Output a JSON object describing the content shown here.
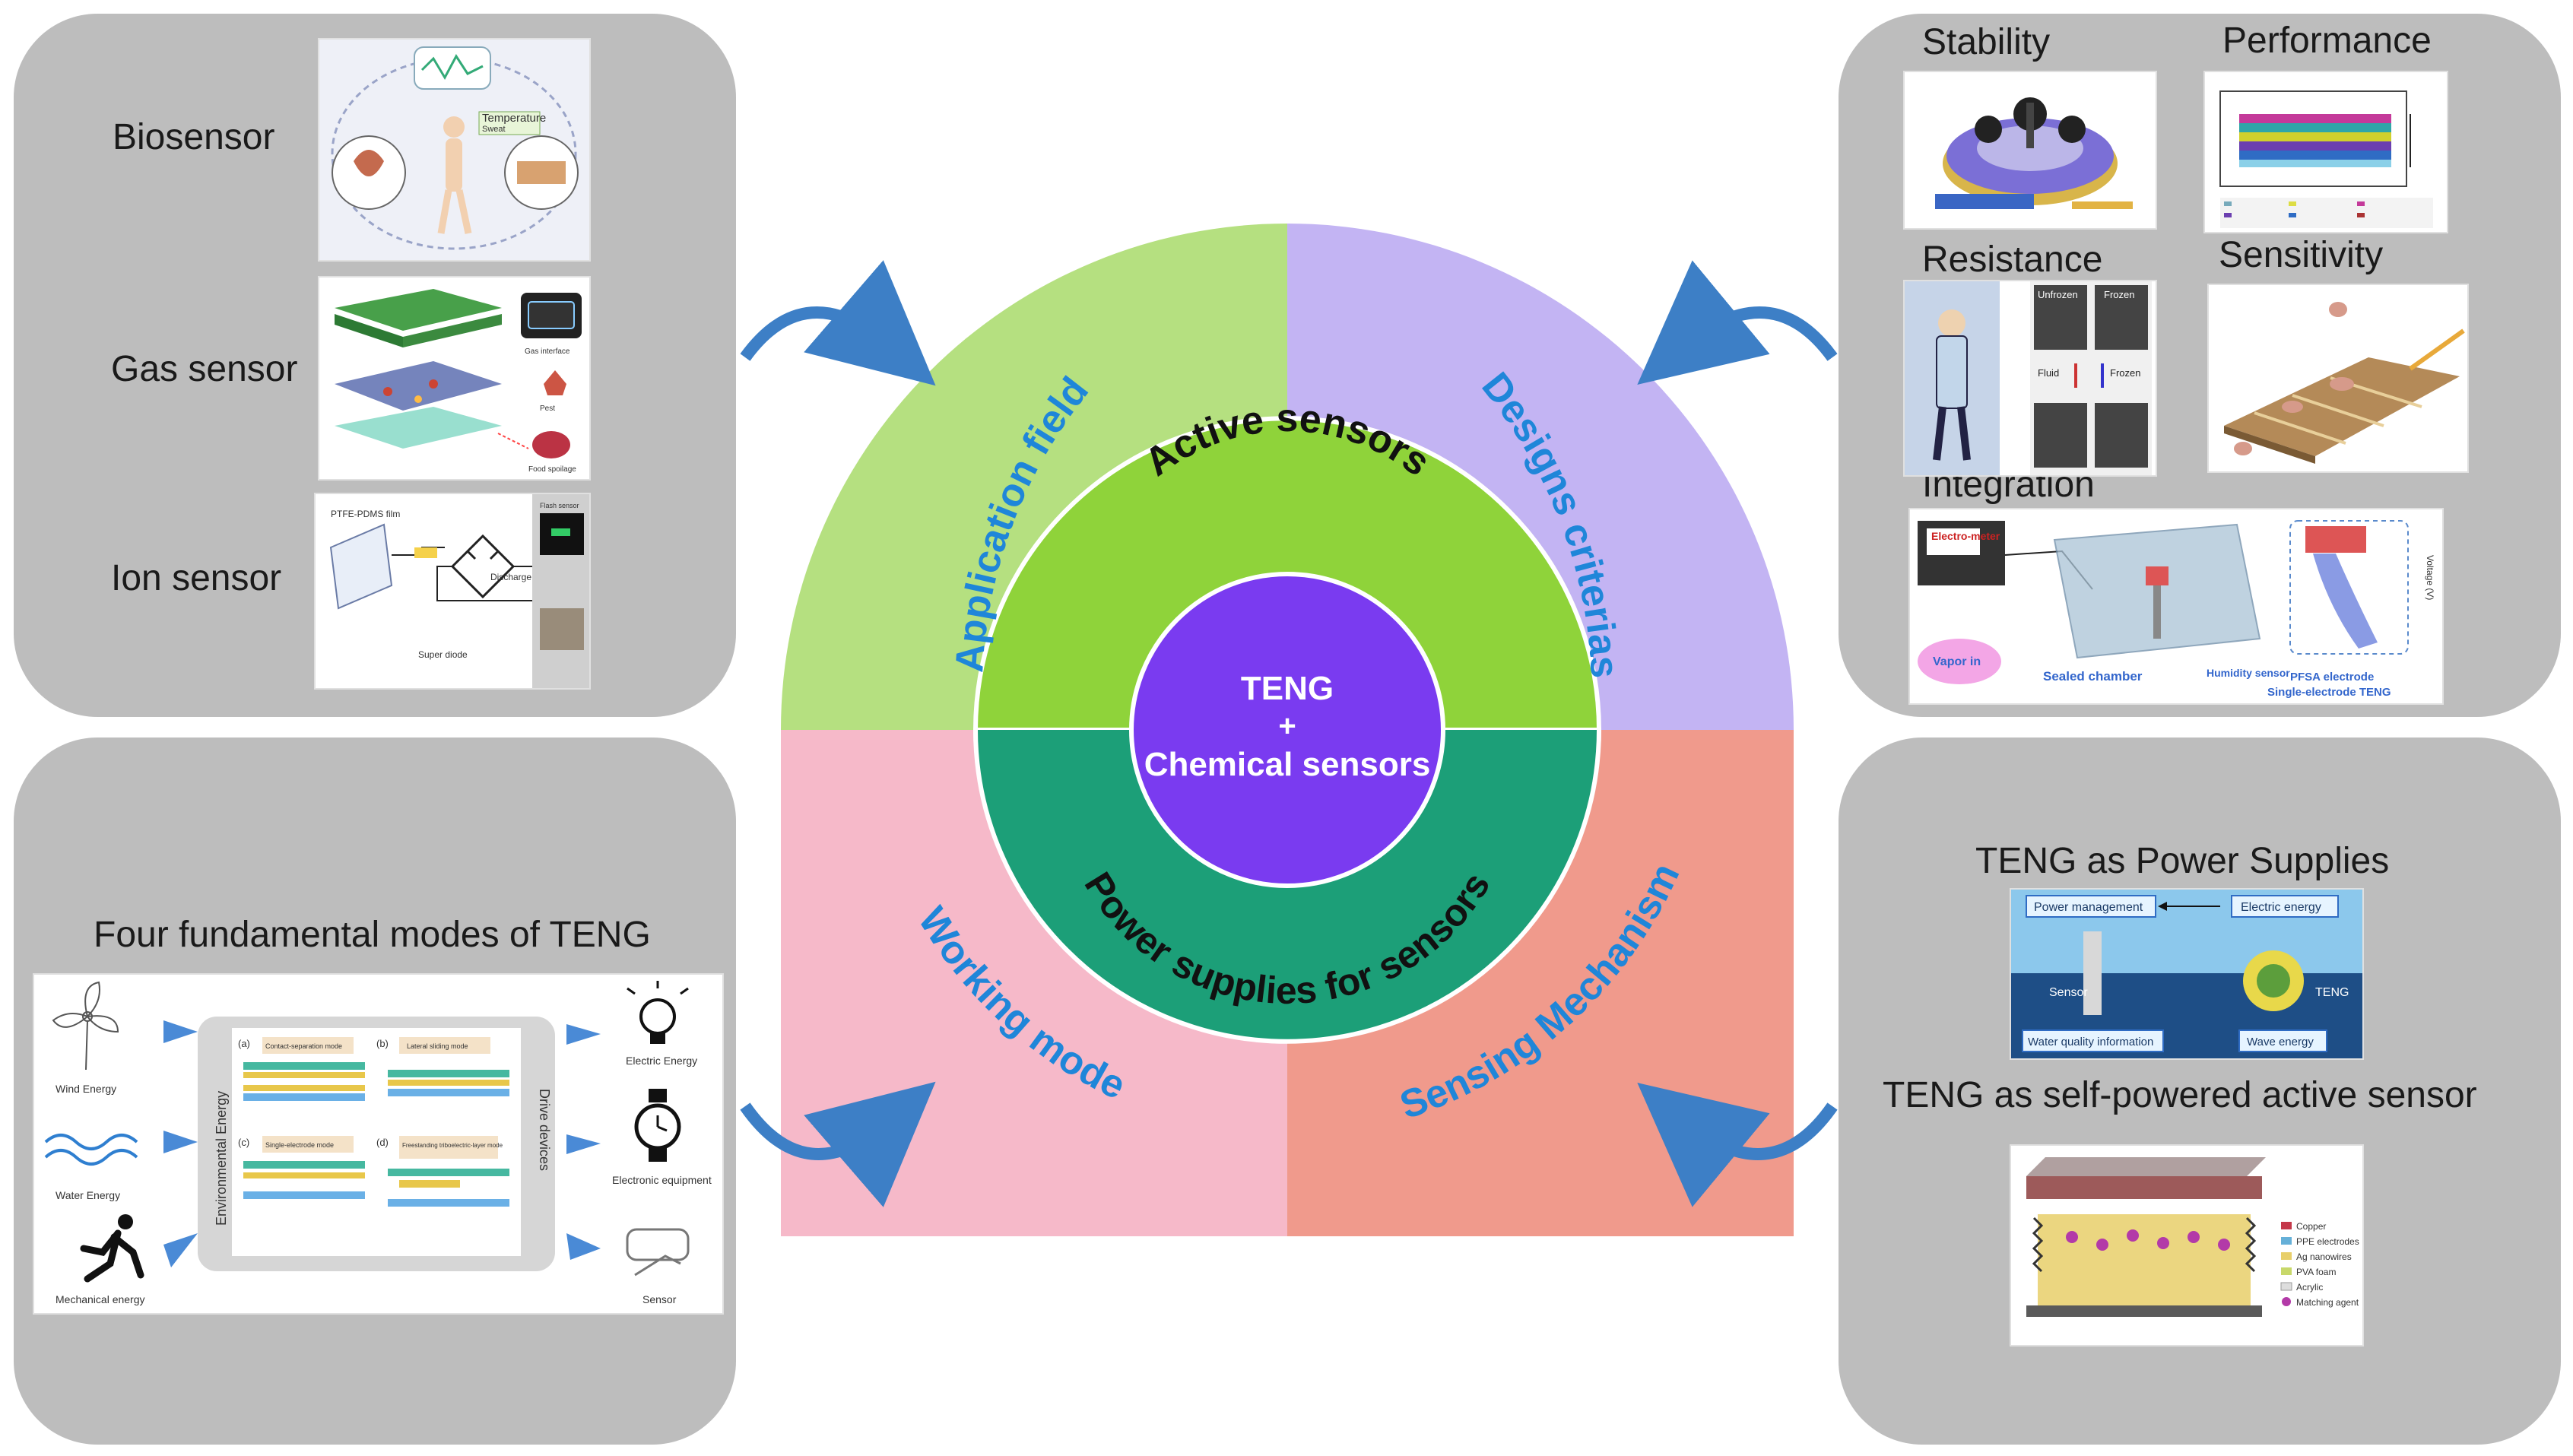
{
  "center": {
    "core_line1": "TENG",
    "core_line2": "+",
    "core_line3": "Chemical sensors",
    "inner_top": "Active  sensors",
    "inner_bottom": "Power supplies for sensors",
    "quadrants": {
      "top_left": "Application field",
      "top_right": "Designs criterias",
      "bottom_left": "Working mode",
      "bottom_right": "Sensing Mechanism"
    }
  },
  "colors": {
    "panel": "#bdbdbd",
    "q_top_left": "#b5e080",
    "q_top_right": "#c3b4f3",
    "q_bottom_left": "#f6b9c9",
    "q_bottom_right": "#f09a8c",
    "inner_top": "#8fd33a",
    "inner_bottom": "#1c9f78",
    "core": "#7a3bf0",
    "quadrant_text": "#1f86d9",
    "arrow": "#3d7fc6"
  },
  "panels": {
    "top_left": {
      "labels": [
        "Biosensor",
        "Gas sensor",
        "Ion sensor"
      ],
      "bio_texts": [
        "Temperature",
        "Sweat"
      ],
      "gas_texts": [
        "Gas interface",
        "Pest",
        "Food spoilage"
      ],
      "ion_texts": [
        "PTFE-PDMS film",
        "Discharge",
        "Super diode",
        "Flash sensor"
      ]
    },
    "top_right": {
      "labels": [
        "Stability",
        "Performance",
        "Resistance",
        "Sensitivity",
        "Integration"
      ],
      "resist_texts": [
        "Unfrozen",
        "Frozen",
        "Fluid",
        "Frozen"
      ],
      "integration_texts": [
        "Electro-meter",
        "Vapor in",
        "Sealed chamber",
        "Humidity sensor",
        "PFSA electrode",
        "Single-electrode  TENG",
        "Voltage (V)"
      ]
    },
    "bottom_left": {
      "title": "Four fundamental modes of TENG",
      "left_texts": [
        "Wind Energy",
        "Water Energy",
        "Mechanical energy"
      ],
      "vertical_left": "Environmental Energy",
      "vertical_right": "Drive devices",
      "right_texts": [
        "Electric Energy",
        "Electronic equipment",
        "Sensor"
      ],
      "mode_tags": [
        "(a)",
        "(b)",
        "(c)",
        "(d)"
      ],
      "mode_titles": [
        "Contact-separation mode",
        "Lateral sliding mode",
        "Single-electrode mode",
        "Freestanding triboelectric-layer mode"
      ]
    },
    "bottom_right": {
      "title1": "TENG as Power Supplies",
      "title2": "TENG as self-powered active sensor",
      "power_texts": [
        "Power management",
        "Electric energy",
        "Sensor",
        "TENG",
        "Water quality information",
        "Wave energy"
      ],
      "legend": [
        "Copper",
        "PPE electrodes",
        "Ag nanowires",
        "PVA foam",
        "Acrylic",
        "Matching agent"
      ]
    }
  }
}
